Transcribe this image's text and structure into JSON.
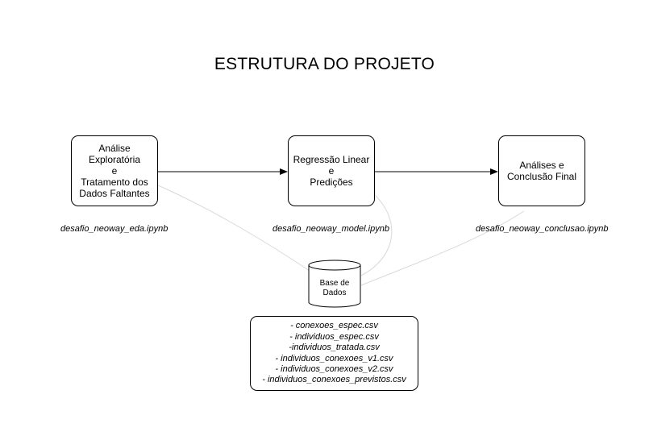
{
  "title": "ESTRUTURA DO PROJETO",
  "process_boxes": [
    {
      "lines": [
        "Análise",
        "Exploratória",
        "e",
        "Tratamento dos",
        "Dados Faltantes"
      ],
      "file": "desafio_neoway_eda.ipynb"
    },
    {
      "lines": [
        "Regressão Linear",
        "e",
        "Predições"
      ],
      "file": "desafio_neoway_model.ipynb"
    },
    {
      "lines": [
        "Análises e",
        "Conclusão Final"
      ],
      "file": "desafio_neoway_conclusao.ipynb"
    }
  ],
  "database": {
    "lines": [
      "Base de",
      "Dados"
    ]
  },
  "data_files": [
    "- conexoes_espec.csv",
    "- individuos_espec.csv",
    "-individuos_tratada.csv",
    "- individuos_conexoes_v1.csv",
    "- individuos_conexoes_v2.csv",
    "- individuos_conexoes_previstos.csv"
  ],
  "colors": {
    "stroke": "#000000",
    "connector": "#d9d9d9",
    "background": "#ffffff"
  }
}
